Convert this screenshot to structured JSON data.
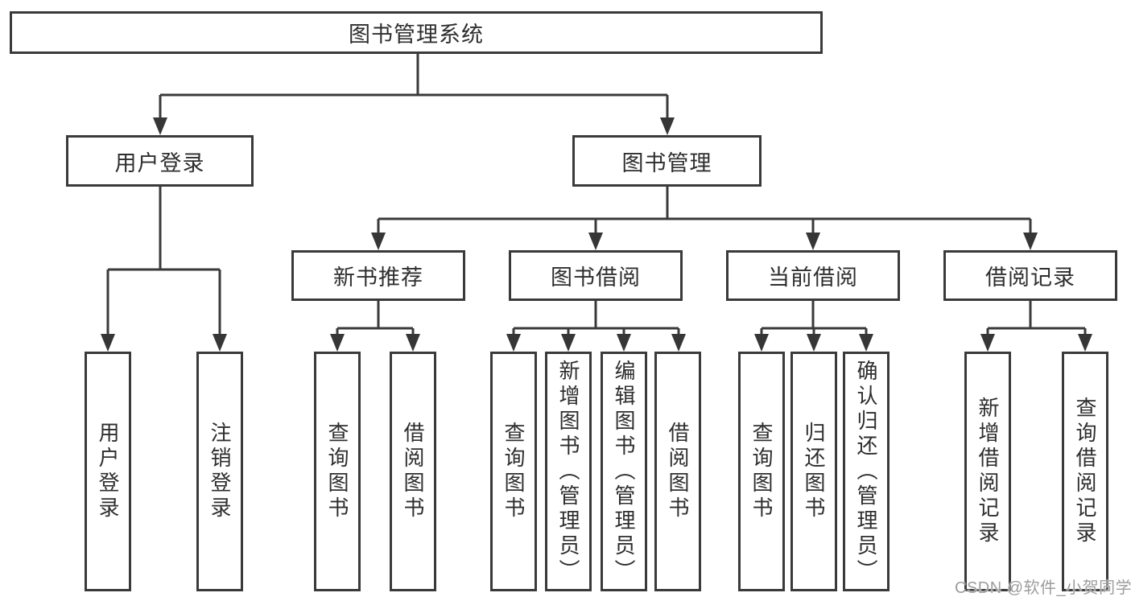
{
  "diagram": {
    "root": {
      "label": "图书管理系统"
    },
    "branches": [
      {
        "label": "用户登录",
        "children": [
          {
            "label": "用户登录"
          },
          {
            "label": "注销登录"
          }
        ]
      },
      {
        "label": "图书管理",
        "sections": [
          {
            "label": "新书推荐",
            "children": [
              {
                "label": "查询图书"
              },
              {
                "label": "借阅图书"
              }
            ]
          },
          {
            "label": "图书借阅",
            "children": [
              {
                "label": "查询图书"
              },
              {
                "label": "新增图书（管理员）"
              },
              {
                "label": "编辑图书（管理员）"
              },
              {
                "label": "借阅图书"
              }
            ]
          },
          {
            "label": "当前借阅",
            "children": [
              {
                "label": "查询图书"
              },
              {
                "label": "归还图书"
              },
              {
                "label": "确认归还（管理员）"
              }
            ]
          },
          {
            "label": "借阅记录",
            "children": [
              {
                "label": "新增借阅记录"
              },
              {
                "label": "查询借阅记录"
              }
            ]
          }
        ]
      }
    ]
  },
  "colors": {
    "line": "#3a3a3a",
    "text": "#2e2e2e",
    "watermark": "#9d9d9d",
    "background": "#ffffff"
  },
  "watermark": {
    "text": "CSDN @软件_小贺同学"
  }
}
